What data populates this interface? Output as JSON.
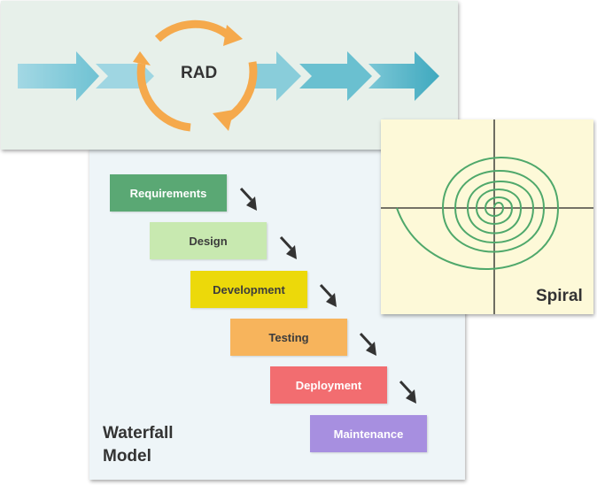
{
  "rad": {
    "label": "RAD"
  },
  "spiral": {
    "label": "Spiral"
  },
  "waterfall": {
    "label_line1": "Waterfall",
    "label_line2": "Model",
    "steps": [
      {
        "label": "Requirements",
        "color": "#5aa874"
      },
      {
        "label": "Design",
        "color": "#c8e9b0"
      },
      {
        "label": "Development",
        "color": "#ecd90a"
      },
      {
        "label": "Testing",
        "color": "#f7b45c"
      },
      {
        "label": "Deployment",
        "color": "#f26d70"
      },
      {
        "label": "Maintenance",
        "color": "#a78fe0"
      }
    ]
  },
  "colors": {
    "rad_panel": "#e7f0ea",
    "waterfall_panel": "#eef5f8",
    "spiral_panel": "#fdf9d8",
    "cycle_arrows": "#f5a94c",
    "chevrons_light": "#9fd6e2",
    "chevrons_dark": "#4fb5c8",
    "spiral_line": "#4fa86b"
  },
  "icons": [
    "chevron-arrow-icon",
    "cycle-arrow-icon",
    "down-right-arrow-icon"
  ]
}
